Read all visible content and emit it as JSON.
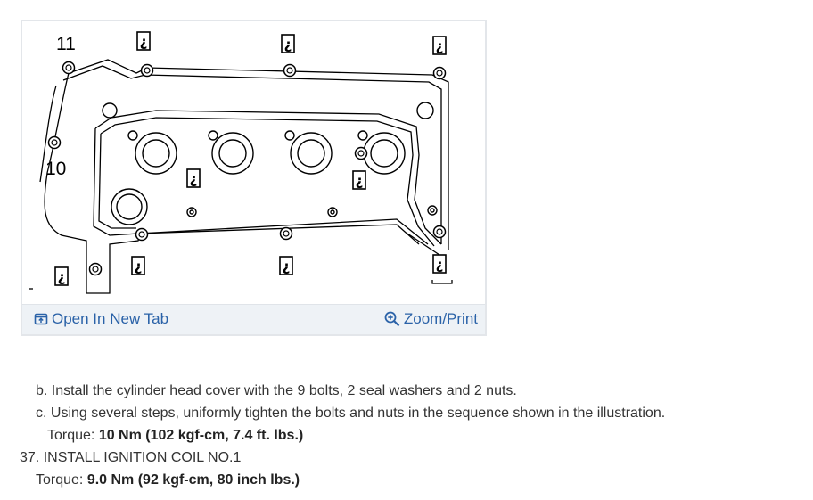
{
  "figure": {
    "labels": {
      "label_11": "11",
      "label_10": "10"
    },
    "footer": {
      "open_tab_label": "Open In New Tab",
      "zoom_print_label": "Zoom/Print",
      "link_color": "#2a62a8",
      "open_tab_icon": "open-in-new-tab-icon",
      "zoom_icon": "zoom-in-icon"
    }
  },
  "instructions": {
    "step_b": "b. Install the cylinder head cover with the 9 bolts, 2 seal washers and 2 nuts.",
    "step_c": "c. Using several steps, uniformly tighten the bolts and nuts in the sequence shown in the illustration.",
    "torque1_label": "Torque: ",
    "torque1_value": "10 Nm (102 kgf-cm, 7.4 ft. lbs.)",
    "section_37": "37. INSTALL IGNITION COIL NO.1",
    "torque2_label": "Torque: ",
    "torque2_value": "9.0 Nm (92 kgf-cm, 80 inch lbs.)"
  }
}
